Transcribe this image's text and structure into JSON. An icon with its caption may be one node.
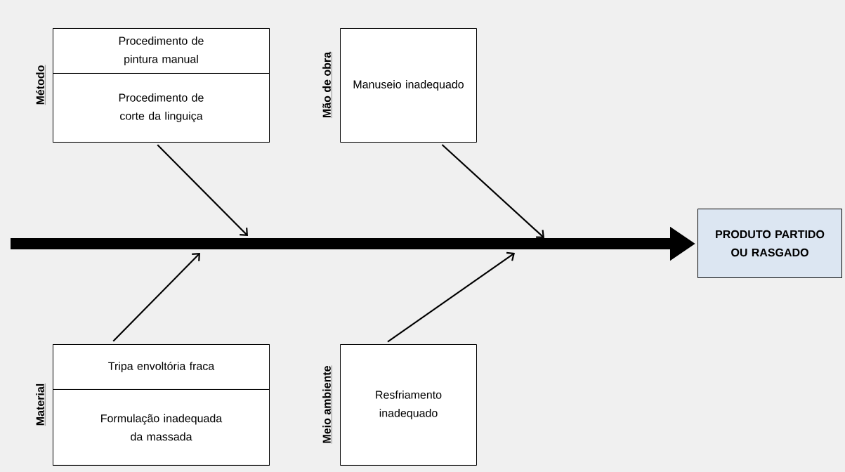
{
  "diagram": {
    "nodes": [
      {
        "text": [
          "Método"
        ]
      },
      {
        "text": [
          "Procedimento de pintura manual"
        ],
        "in": 0
      },
      {
        "text": [
          "Procedimento de corte da linguiça"
        ],
        "in": 0
      },
      {
        "text": [
          "Mão de obra",
          "Manuseio inadequado"
        ]
      },
      {
        "text": [
          "Material"
        ]
      },
      {
        "text": [
          "Tripa envoltória fraca"
        ],
        "in": 4
      },
      {
        "text": [
          "Formulação inadequada da massada"
        ],
        "in": 4
      },
      {
        "text": [
          "Meio ambiente",
          "Resfriamento inadequado"
        ]
      },
      {
        "text": [
          "PRODUTO PARTIDO OU RASGADO"
        ]
      }
    ],
    "edges": [
      {
        "from": null,
        "to": 8,
        "arrow": "to",
        "style": "thick"
      },
      {
        "from": 0,
        "to": null,
        "arrow": "to"
      },
      {
        "from": 3,
        "to": null,
        "arrow": "to"
      },
      {
        "from": 4,
        "to": null,
        "arrow": "to"
      },
      {
        "from": 7,
        "to": null,
        "arrow": "to"
      }
    ]
  }
}
